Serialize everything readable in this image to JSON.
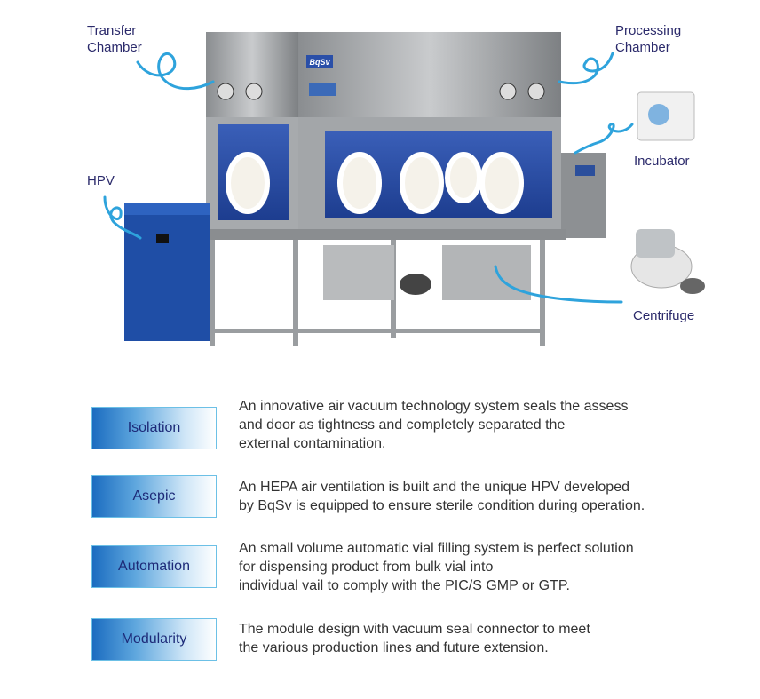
{
  "callouts": {
    "transfer_chamber": [
      "Transfer",
      "Chamber"
    ],
    "processing_chamber": [
      "Processing",
      "Chamber"
    ],
    "hpv": "HPV",
    "incubator": "Incubator",
    "centrifuge": "Centrifuge"
  },
  "brand_logo": "BqSv",
  "accent_color": "#2ea3dc",
  "features": [
    {
      "label": "Isolation",
      "lines": [
        "An innovative air vacuum technology system seals the assess",
        "and door as tightness and completely separated the",
        "external contamination."
      ]
    },
    {
      "label": "Asepic",
      "lines": [
        "An HEPA air ventilation is built and the unique HPV developed",
        "by BqSv is equipped to ensure sterile condition during operation."
      ]
    },
    {
      "label": "Automation",
      "lines": [
        "An small volume automatic vial filling system is perfect solution",
        "for dispensing product from bulk vial into",
        "individual vail to comply with the PIC/S GMP or GTP."
      ]
    },
    {
      "label": "Modularity",
      "lines": [
        "The module design with vacuum seal connector to meet",
        "the various production lines and future extension."
      ]
    }
  ]
}
